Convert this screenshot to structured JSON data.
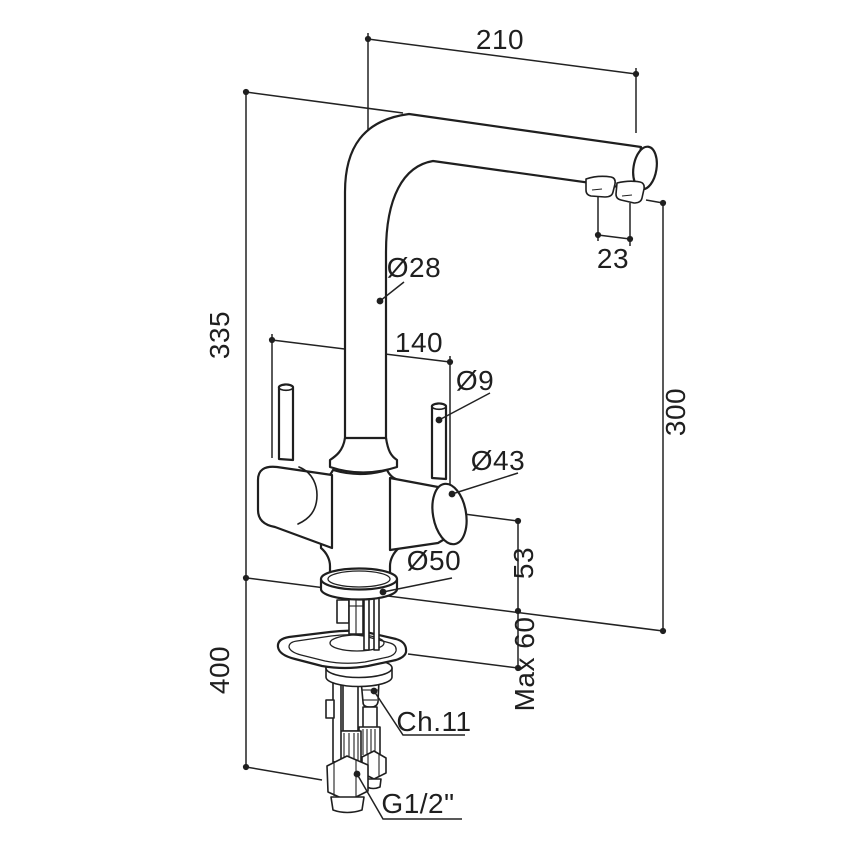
{
  "drawing": {
    "kind": "kitchen mixer tap dimensional drawing",
    "labels": {
      "spout_reach": "210",
      "aerator_spacing": "23",
      "spout_tube_diameter": "Ø28",
      "height_counter_to_spout_top": "335",
      "handle_span": "140",
      "handle_rod_diameter": "Ø9",
      "handle_knob_diameter": "Ø43",
      "spout_outlet_height": "300",
      "base_flange_diameter": "Ø50",
      "knob_axis_height": "53",
      "max_counter_thickness": "Max 60",
      "under_counter_length": "400",
      "connector_wrench_size": "Ch.11",
      "hose_thread_size": "G1/2\""
    }
  }
}
